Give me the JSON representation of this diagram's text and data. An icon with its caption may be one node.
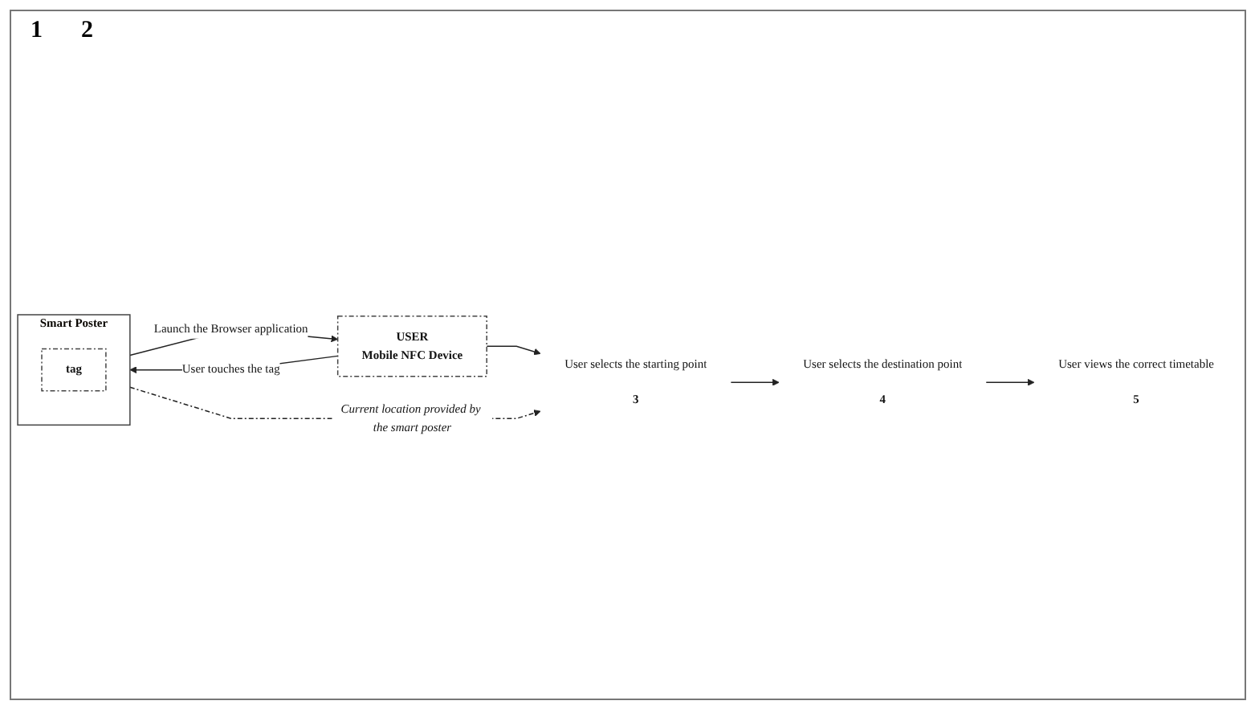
{
  "diagram": {
    "nodes": [
      {
        "text": [
          "USER",
          "Mobile NFC Device"
        ]
      },
      {
        "text": [
          "Smart Poster"
        ]
      },
      {
        "text": [
          "tag"
        ],
        "in": 1
      },
      {
        "text": [
          "User selects the starting point"
        ],
        "beside": [
          "3"
        ]
      },
      {
        "text": [
          "User selects the destination point"
        ],
        "beside": [
          "4"
        ]
      },
      {
        "text": [
          "User views the correct timetable"
        ],
        "beside": [
          "5"
        ]
      }
    ],
    "edges": [
      {
        "from": 0,
        "to": 1,
        "arrow": "to",
        "label": "User touches the tag"
      },
      {
        "from": 1,
        "to": 0,
        "arrow": "to",
        "label": "Launch the Browser application"
      },
      {
        "from": 1,
        "to": 3,
        "arrow": "to",
        "style": "dashed",
        "label": "Current location provided by the smart poster"
      },
      {
        "from": 0,
        "to": 3,
        "arrow": "to"
      },
      {
        "from": 3,
        "to": 4,
        "arrow": "to"
      },
      {
        "from": 4,
        "to": 5,
        "arrow": "to"
      }
    ],
    "labels": [
      "1",
      "2"
    ]
  }
}
